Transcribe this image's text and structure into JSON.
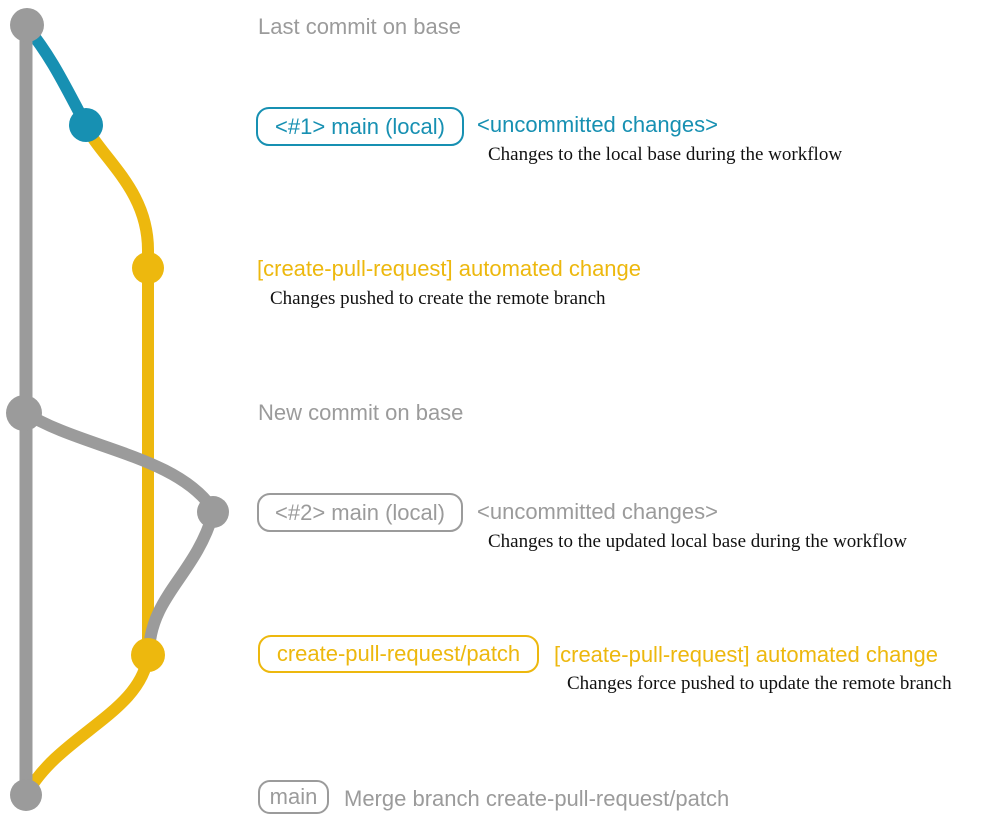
{
  "colors": {
    "teal": "#1790b2",
    "yellow": "#edb80e",
    "gray": "#9b9b9b",
    "ink": "#111111"
  },
  "graph": {
    "commits": [
      {
        "id": "base-commit-1",
        "branch": "base",
        "color": "gray"
      },
      {
        "id": "local-main-commit-1",
        "branch": "main (local)",
        "color": "teal"
      },
      {
        "id": "create-pull-request-commit-1",
        "branch": "create-pull-request/patch",
        "color": "yellow"
      },
      {
        "id": "base-commit-2",
        "branch": "base",
        "color": "gray"
      },
      {
        "id": "local-main-commit-2",
        "branch": "main (local)",
        "color": "gray"
      },
      {
        "id": "create-pull-request-commit-2",
        "branch": "create-pull-request/patch",
        "color": "yellow"
      },
      {
        "id": "merge-commit",
        "branch": "base",
        "color": "gray"
      }
    ]
  },
  "annotations": {
    "last_commit": "Last commit on base",
    "row1": {
      "badge": "<#1> main (local)",
      "heading": "<uncommitted changes>",
      "caption": "Changes to the local base during the workflow"
    },
    "row2": {
      "heading": "[create-pull-request] automated change",
      "caption": "Changes pushed to create the remote branch"
    },
    "new_commit": "New commit on base",
    "row3": {
      "badge": "<#2> main (local)",
      "heading": "<uncommitted changes>",
      "caption": "Changes to the updated local base during the workflow"
    },
    "row4": {
      "badge": "create-pull-request/patch",
      "heading": "[create-pull-request] automated change",
      "caption": "Changes force pushed to update the remote branch"
    },
    "merge": {
      "badge": "main",
      "label": "Merge branch create-pull-request/patch"
    }
  }
}
